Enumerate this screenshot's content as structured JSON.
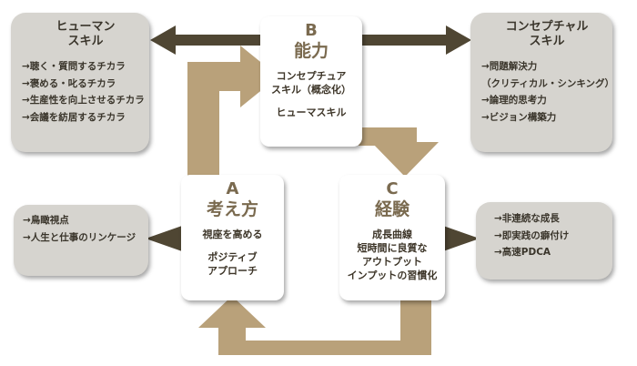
{
  "colors": {
    "loop_arrow": "#b9a17a",
    "dark_arrow": "#4f4633",
    "note_bg": "#d6d4cf",
    "accent_text": "#7a6a4f"
  },
  "nodes": {
    "b": {
      "letter": "B",
      "name": "能力",
      "lines": [
        "コンセプチュア",
        "スキル（概念化）",
        "",
        "ヒューマスキル"
      ]
    },
    "a": {
      "letter": "A",
      "name": "考え方",
      "lines": [
        "視座を高める",
        "",
        "ポジティブ",
        "アプローチ"
      ]
    },
    "c": {
      "letter": "C",
      "name": "経験",
      "lines": [
        "成長曲線",
        "短時間に良質な",
        "アウトプット",
        "インプットの習慣化"
      ]
    }
  },
  "notes": {
    "human": {
      "title": [
        "ヒューマン",
        "スキル"
      ],
      "items": [
        "→聴く・質問するチカラ",
        "→褒める・叱るチカラ",
        "→生産性を向上させるチカラ",
        "→会議を紡居するチカラ"
      ]
    },
    "concept": {
      "title": [
        "コンセプチャル",
        "スキル"
      ],
      "items": [
        "→問題解決力",
        "（クリティカル・シンキング）",
        "→論理的思考力",
        "→ビジョン構築力"
      ]
    },
    "mindset": {
      "title": [],
      "items": [
        "→鳥瞰視点",
        "→人生と仕事のリンケージ"
      ]
    },
    "experience": {
      "title": [],
      "items": [
        "→非連続な成長",
        "→即実践の癖付け",
        "→高速PDCA"
      ]
    }
  }
}
